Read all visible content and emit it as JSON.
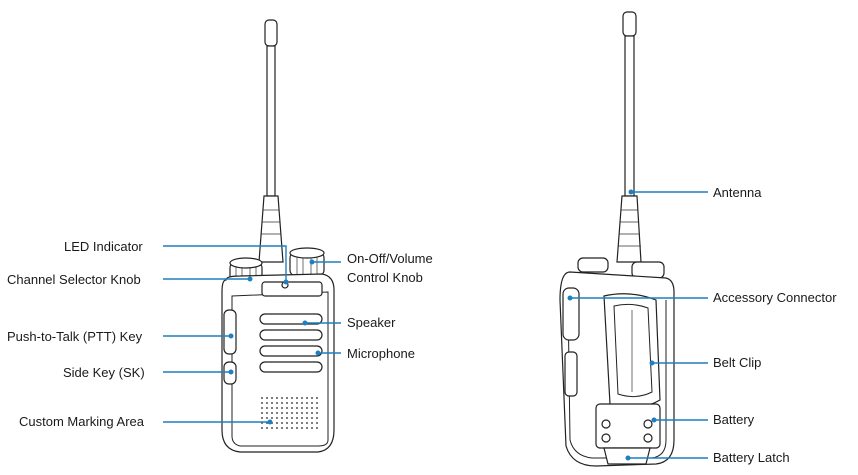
{
  "front_view": {
    "labels": {
      "led_indicator": "LED Indicator",
      "channel_selector_knob": "Channel Selector Knob",
      "on_off_volume_line1": "On-Off/Volume",
      "on_off_volume_line2": "Control Knob",
      "ptt_key": "Push-to-Talk (PTT) Key",
      "speaker": "Speaker",
      "side_key": "Side Key (SK)",
      "microphone": "Microphone",
      "custom_marking_area": "Custom Marking Area"
    }
  },
  "back_view": {
    "labels": {
      "antenna": "Antenna",
      "accessory_connector": "Accessory Connector",
      "belt_clip": "Belt Clip",
      "battery": "Battery",
      "battery_latch": "Battery Latch"
    }
  },
  "colors": {
    "leader_line": "#1f7fc0",
    "outline": "#222222",
    "label_text": "#1a1a1a"
  }
}
